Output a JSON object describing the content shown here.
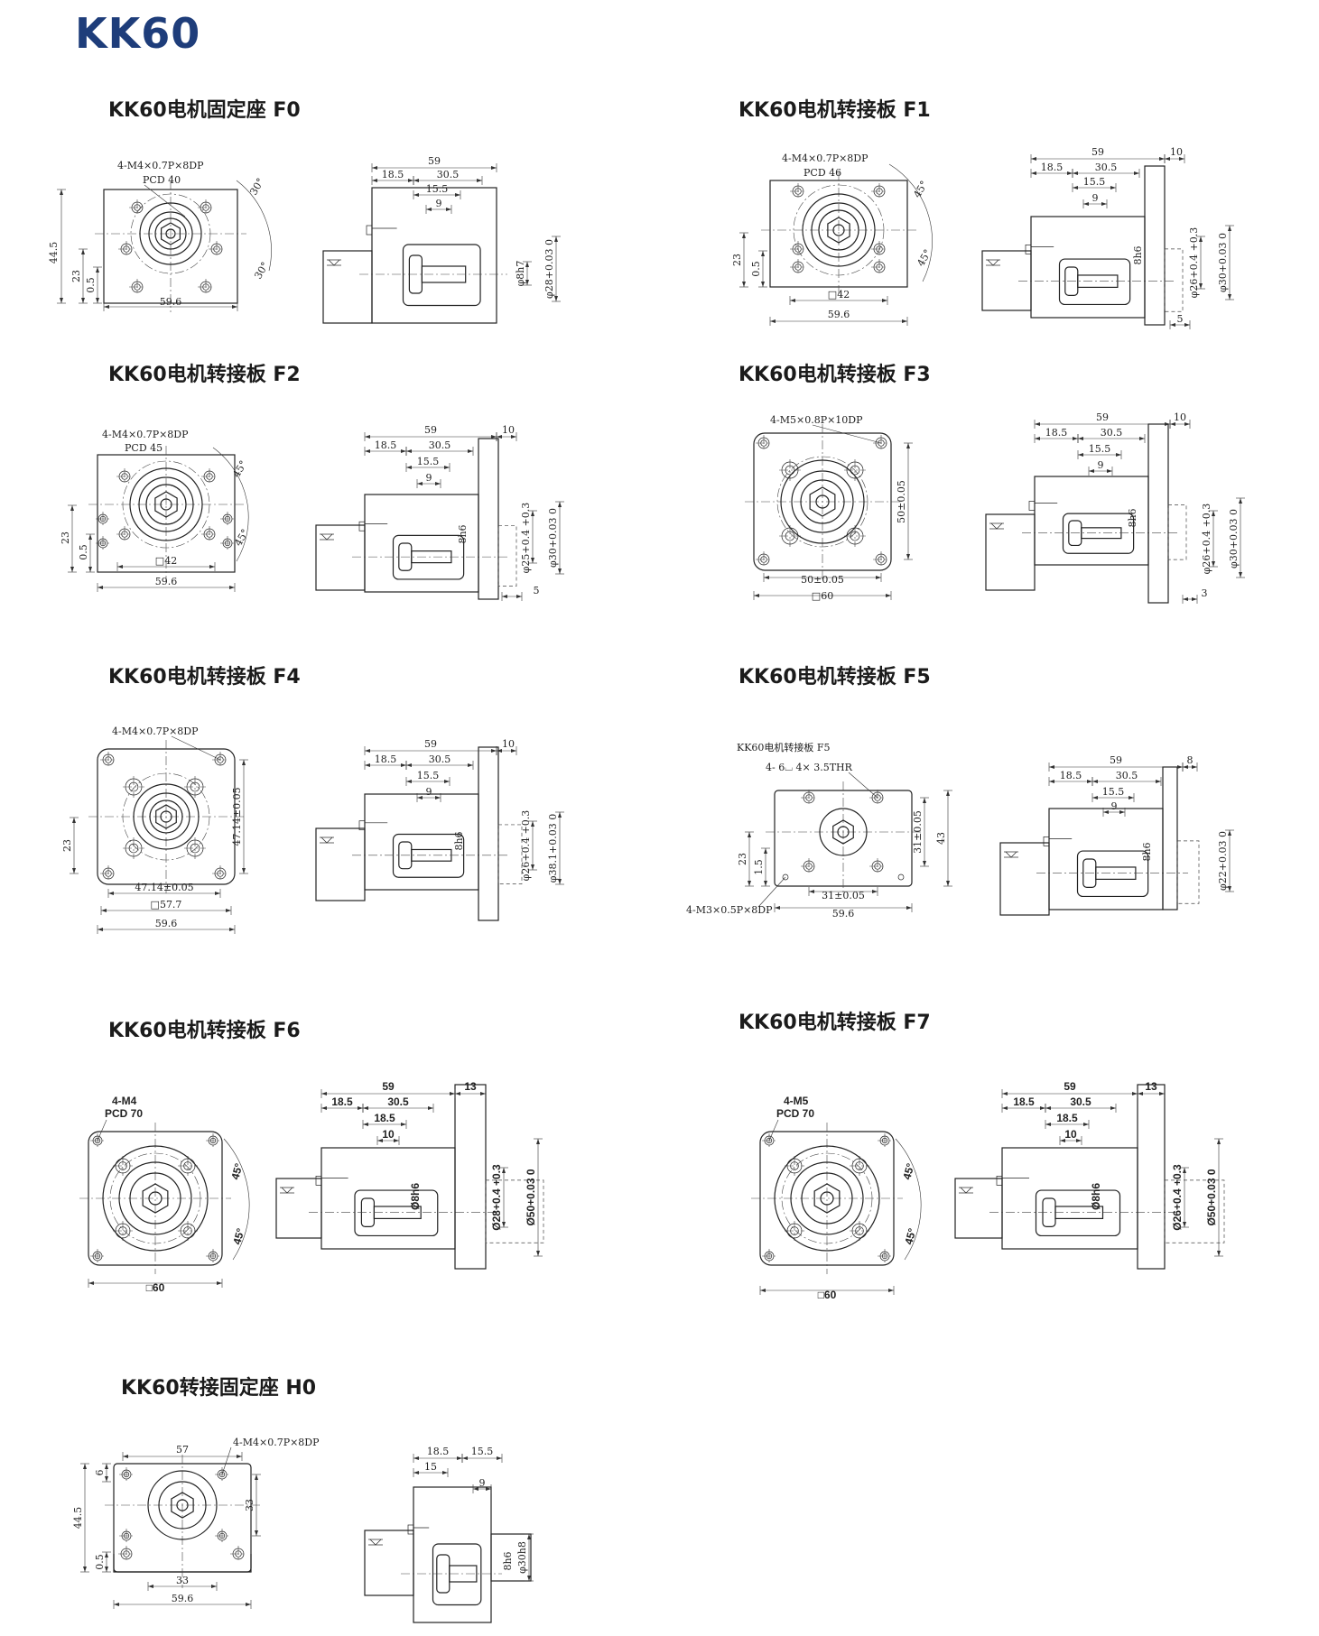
{
  "page": {
    "title": "KK60"
  },
  "sections": [
    {
      "id": "F0",
      "title": "KK60电机固定座 F0",
      "labels": {
        "hole": "4-M4×0.7P×8DP",
        "pcd": "PCD 40",
        "ang1": "30°",
        "ang2": "30°",
        "h1": "44.5",
        "h2": "23",
        "h3": "0.5",
        "w": "59.6",
        "d0": "59",
        "d1": "18.5",
        "d2": "30.5",
        "d3": "15.5",
        "d4": "9",
        "v1": "φ8h7",
        "v2": "φ28+0.03 0"
      }
    },
    {
      "id": "F1",
      "title": "KK60电机转接板 F1",
      "labels": {
        "hole": "4-M4×0.7P×8DP",
        "pcd": "PCD 46",
        "ang1": "45°",
        "ang2": "45°",
        "h2": "23",
        "h3": "0.5",
        "sq": "□42",
        "w": "59.6",
        "d0": "59",
        "d1": "18.5",
        "d2": "30.5",
        "d3": "15.5",
        "d4": "9",
        "d5": "10",
        "d6": "5",
        "v0": "8h6",
        "v1": "φ26+0.4 +0.3",
        "v2": "φ30+0.03 0"
      }
    },
    {
      "id": "F2",
      "title": "KK60电机转接板 F2",
      "labels": {
        "hole": "4-M4×0.7P×8DP",
        "pcd": "PCD 45",
        "ang1": "45°",
        "ang2": "45°",
        "h2": "23",
        "h3": "0.5",
        "sq": "□42",
        "w": "59.6",
        "d0": "59",
        "d1": "18.5",
        "d2": "30.5",
        "d3": "15.5",
        "d4": "9",
        "d5": "10",
        "d6": "5",
        "v0": "8h6",
        "v1": "φ25+0.4 +0.3",
        "v2": "φ30+0.03 0"
      }
    },
    {
      "id": "F3",
      "title": "KK60电机转接板 F3",
      "labels": {
        "hole": "4-M5×0.8P×10DP",
        "vd": "50±0.05",
        "hd": "50±0.05",
        "sq": "□60",
        "d0": "59",
        "d1": "18.5",
        "d2": "30.5",
        "d3": "15.5",
        "d4": "9",
        "d5": "10",
        "d6": "3",
        "v0": "8h6",
        "v1": "φ26+0.4 +0.3",
        "v2": "φ30+0.03 0"
      }
    },
    {
      "id": "F4",
      "title": "KK60电机转接板 F4",
      "labels": {
        "hole": "4-M4×0.7P×8DP",
        "h2": "23",
        "vd": "47.14±0.05",
        "hd": "47.14±0.05",
        "sq": "□57.7",
        "w": "59.6",
        "d0": "59",
        "d1": "18.5",
        "d2": "30.5",
        "d3": "15.5",
        "d4": "9",
        "d5": "10",
        "v0": "8h6",
        "v1": "φ26+0.4 +0.3",
        "v2": "φ38.1+0.03 0"
      }
    },
    {
      "id": "F5",
      "title": "KK60电机转接板 F5",
      "labels": {
        "sub": "KK60电机转接板 F5",
        "hole": "4- 6⌴ 4× 3.5THR",
        "hole2": "4-M3×0.5P×8DP",
        "h2": "23",
        "h3": "1.5",
        "vd": "31±0.05",
        "h4": "43",
        "hd": "31±0.05",
        "w": "59.6",
        "d0": "59",
        "d1": "18.5",
        "d2": "30.5",
        "d3": "15.5",
        "d4": "9",
        "d5": "8",
        "v0": "8h6",
        "v2": "φ22+0.03 0"
      }
    },
    {
      "id": "F6",
      "title": "KK60电机转接板 F6",
      "labels": {
        "hole": "4-M4",
        "pcd": "PCD 70",
        "ang1": "45°",
        "ang2": "45°",
        "sq": "□60",
        "d0": "59",
        "d1": "18.5",
        "d2": "30.5",
        "d3": "18.5",
        "d4": "10",
        "d5": "13",
        "v0": "Ø8h6",
        "v1": "Ø28+0.4 +0.3",
        "v2": "Ø50+0.03 0"
      }
    },
    {
      "id": "F7",
      "title": "KK60电机转接板 F7",
      "labels": {
        "hole": "4-M5",
        "pcd": "PCD 70",
        "ang1": "45°",
        "ang2": "45°",
        "sq": "□60",
        "d0": "59",
        "d1": "18.5",
        "d2": "30.5",
        "d3": "18.5",
        "d4": "10",
        "d5": "13",
        "v0": "Ø8h6",
        "v1": "Ø26+0.4 +0.3",
        "v2": "Ø50+0.03 0"
      }
    },
    {
      "id": "H0",
      "title": "KK60转接固定座 H0",
      "labels": {
        "hole": "4-M4×0.7P×8DP",
        "top": "57",
        "h1": "44.5",
        "h0": "6",
        "h3": "0.5",
        "vd": "33",
        "hd": "33",
        "w": "59.6",
        "d1": "18.5",
        "d2": "15.5",
        "d3": "15",
        "d4": "9",
        "v0": "8h6",
        "v2": "φ30h8"
      }
    }
  ]
}
